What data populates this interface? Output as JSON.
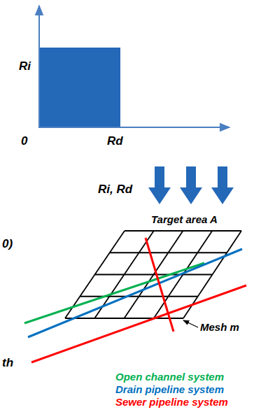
{
  "diagram": {
    "labels": [
      "Ri",
      "0",
      "Rd",
      "Ri, Rd",
      "Target area A",
      "Mesh m",
      "0)",
      "th"
    ],
    "legend": [
      {
        "text": "Open channel system",
        "color": "#00b050"
      },
      {
        "text": "Drain pipeline system",
        "color": "#0070c0"
      },
      {
        "text": "Sewer pipeline system",
        "color": "#ff0000"
      }
    ]
  }
}
